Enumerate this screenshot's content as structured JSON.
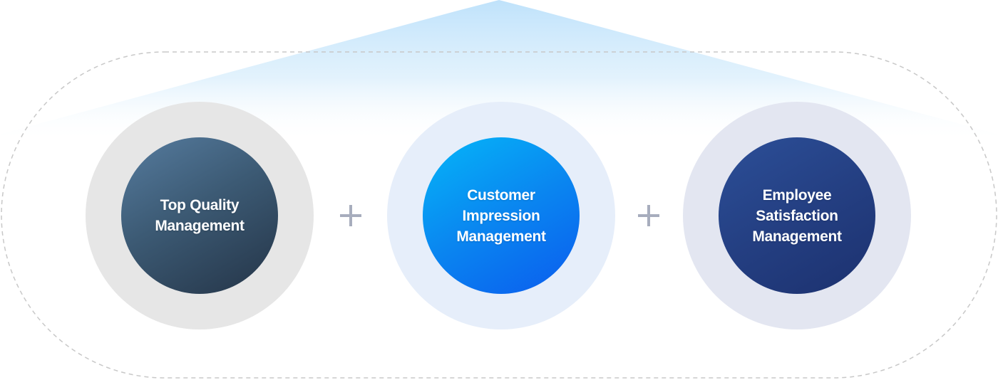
{
  "items": [
    {
      "label": "Top Quality\nManagement",
      "color": "#3c5a74"
    },
    {
      "label": "Customer\nImpression\nManagement",
      "color": "#0a86f0"
    },
    {
      "label": "Employee\nSatisfaction\nManagement",
      "color": "#243f82"
    }
  ],
  "operator_icon": "plus-icon",
  "colors": {
    "arrow": "#bfe2fb",
    "dashed_outline": "#c8c8c8",
    "plus": "#a7adbd"
  }
}
